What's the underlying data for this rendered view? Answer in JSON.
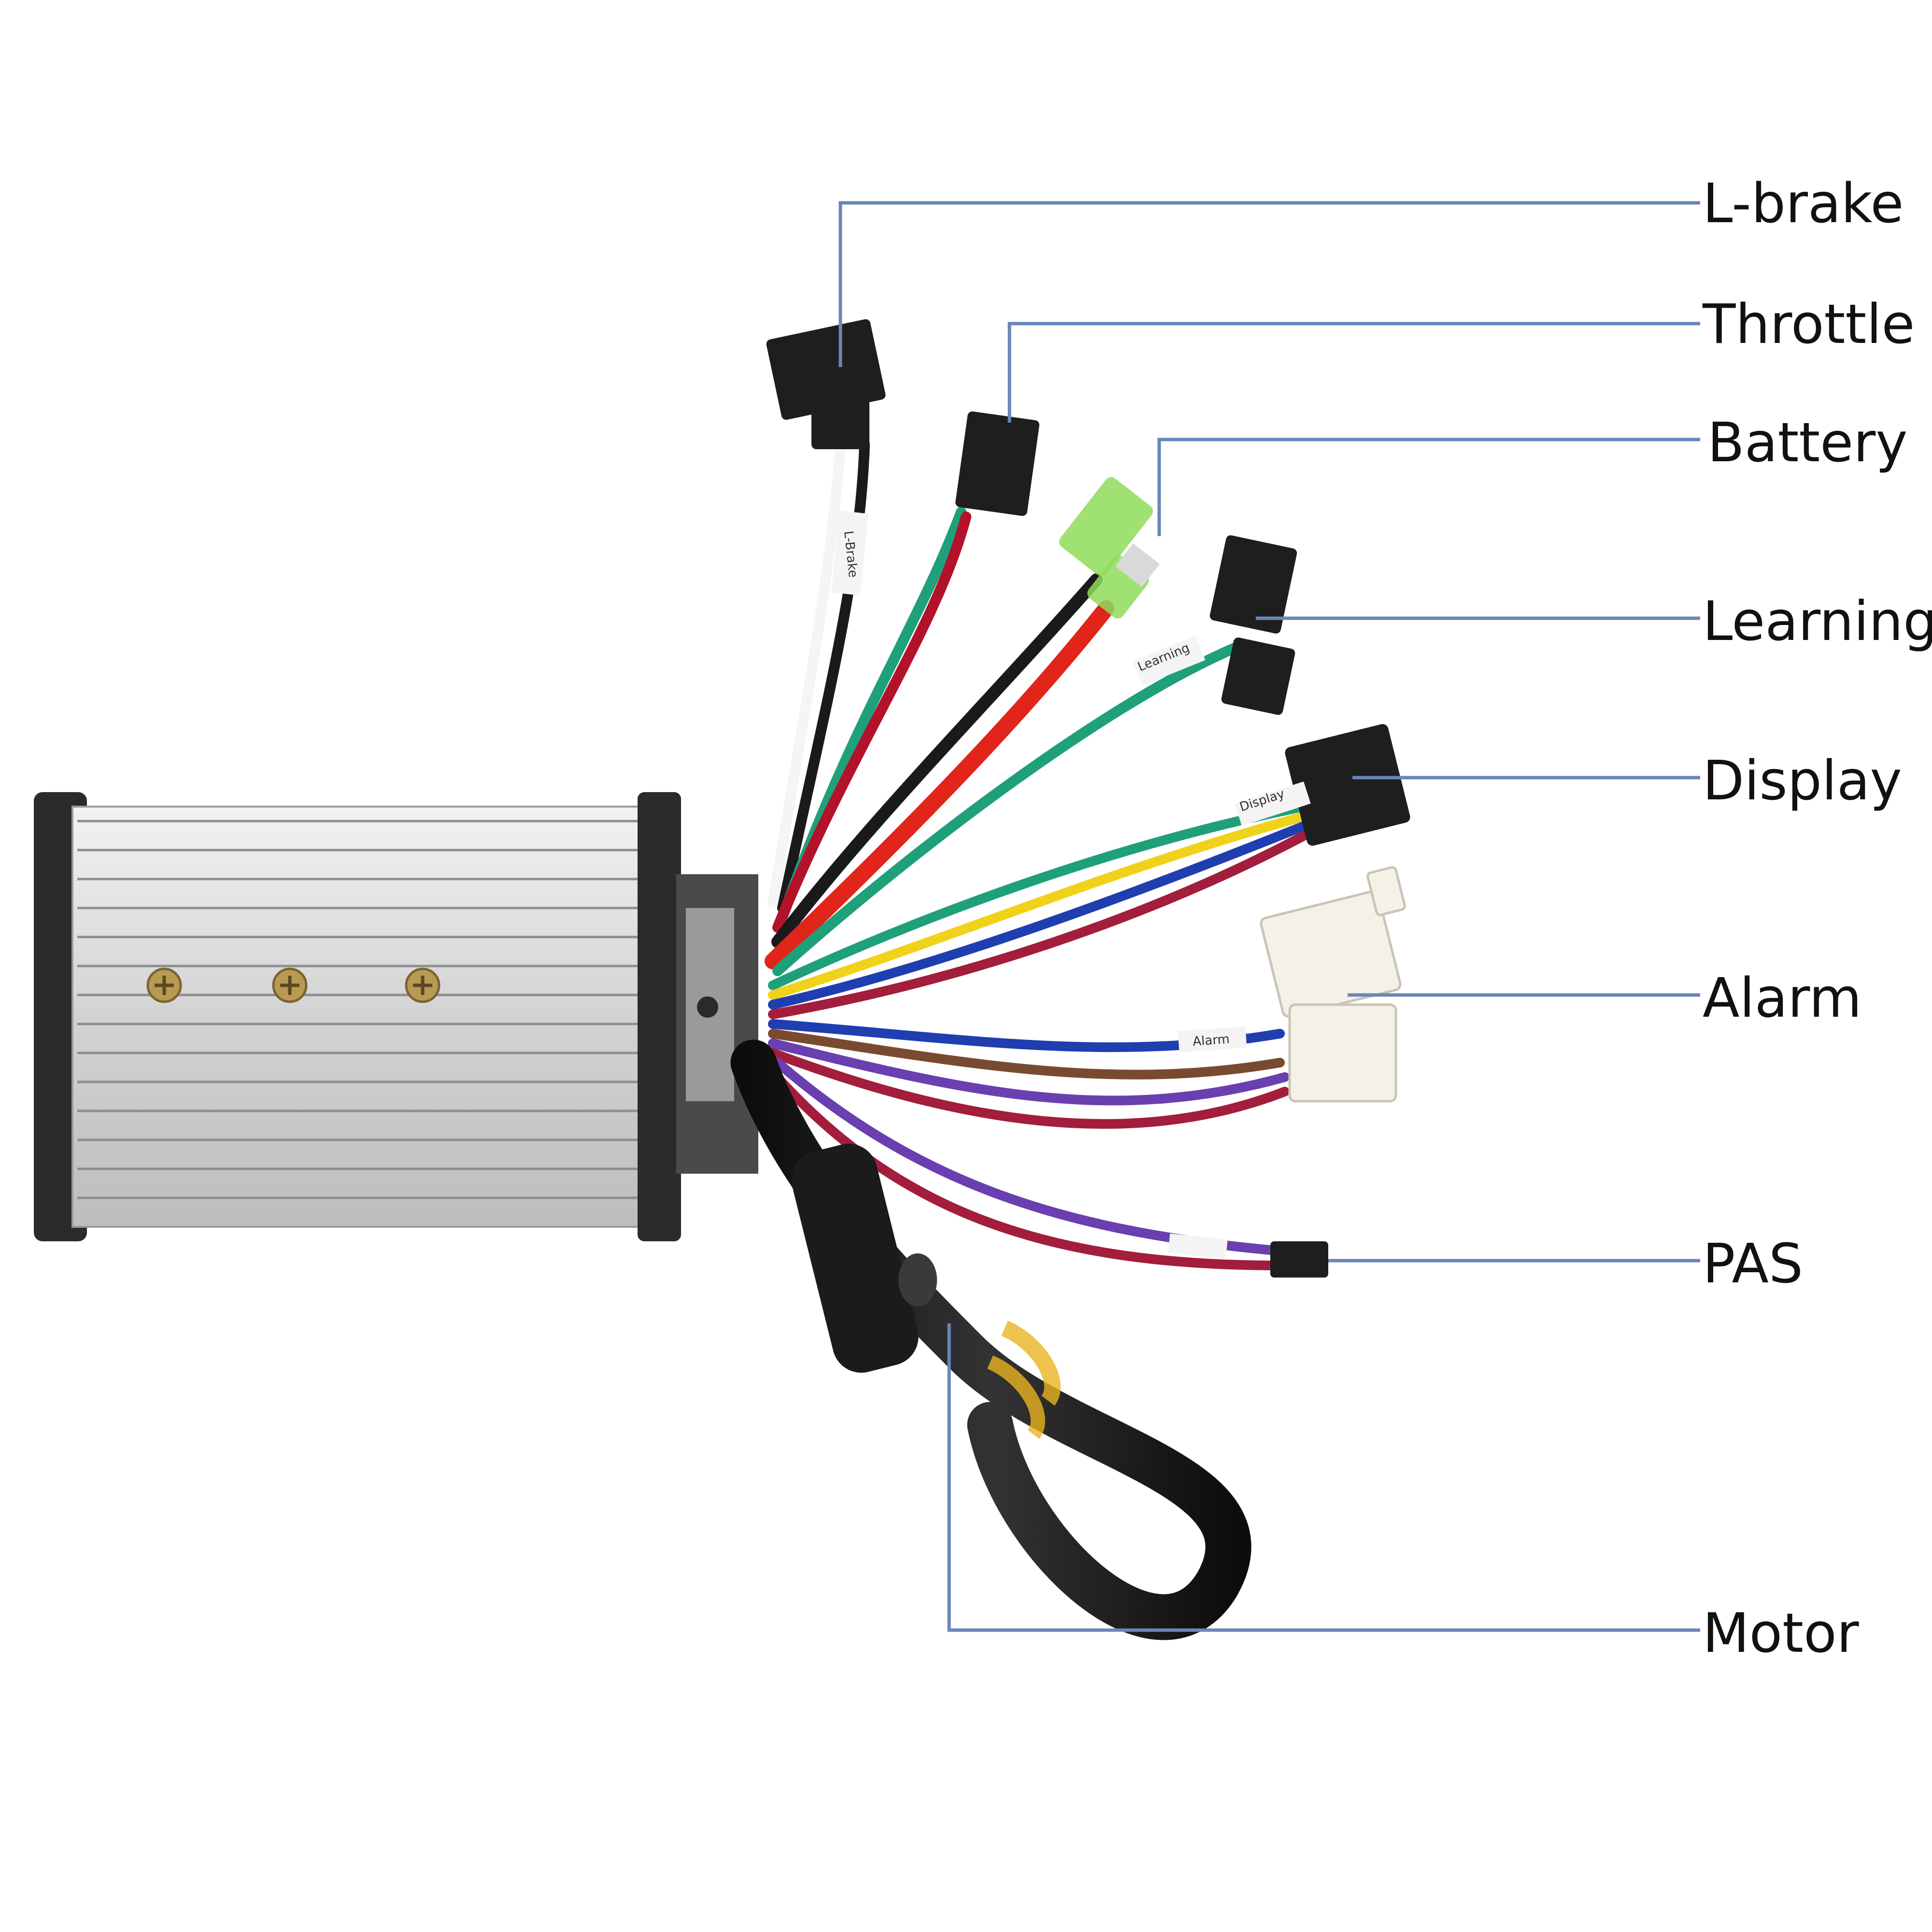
{
  "colors": {
    "leader": "#6a86b8",
    "housing": "#dcdcdc",
    "endcap": "#2b2b2b",
    "connector_black": "#1e1e1e",
    "connector_white": "#f4f1e8",
    "battery_green": "#8fdc5a"
  },
  "labels": [
    {
      "id": "l-brake",
      "text": "L-brake"
    },
    {
      "id": "throttle",
      "text": "Throttle"
    },
    {
      "id": "battery",
      "text": "Battery"
    },
    {
      "id": "learning",
      "text": "Learning"
    },
    {
      "id": "display",
      "text": "Display"
    },
    {
      "id": "alarm",
      "text": "Alarm"
    },
    {
      "id": "pas",
      "text": "PAS"
    },
    {
      "id": "motor",
      "text": "Motor"
    }
  ],
  "sleeve_labels": {
    "l_brake": "L-Brake",
    "learning": "Learning",
    "display": "Display",
    "alarm": "Alarm"
  }
}
